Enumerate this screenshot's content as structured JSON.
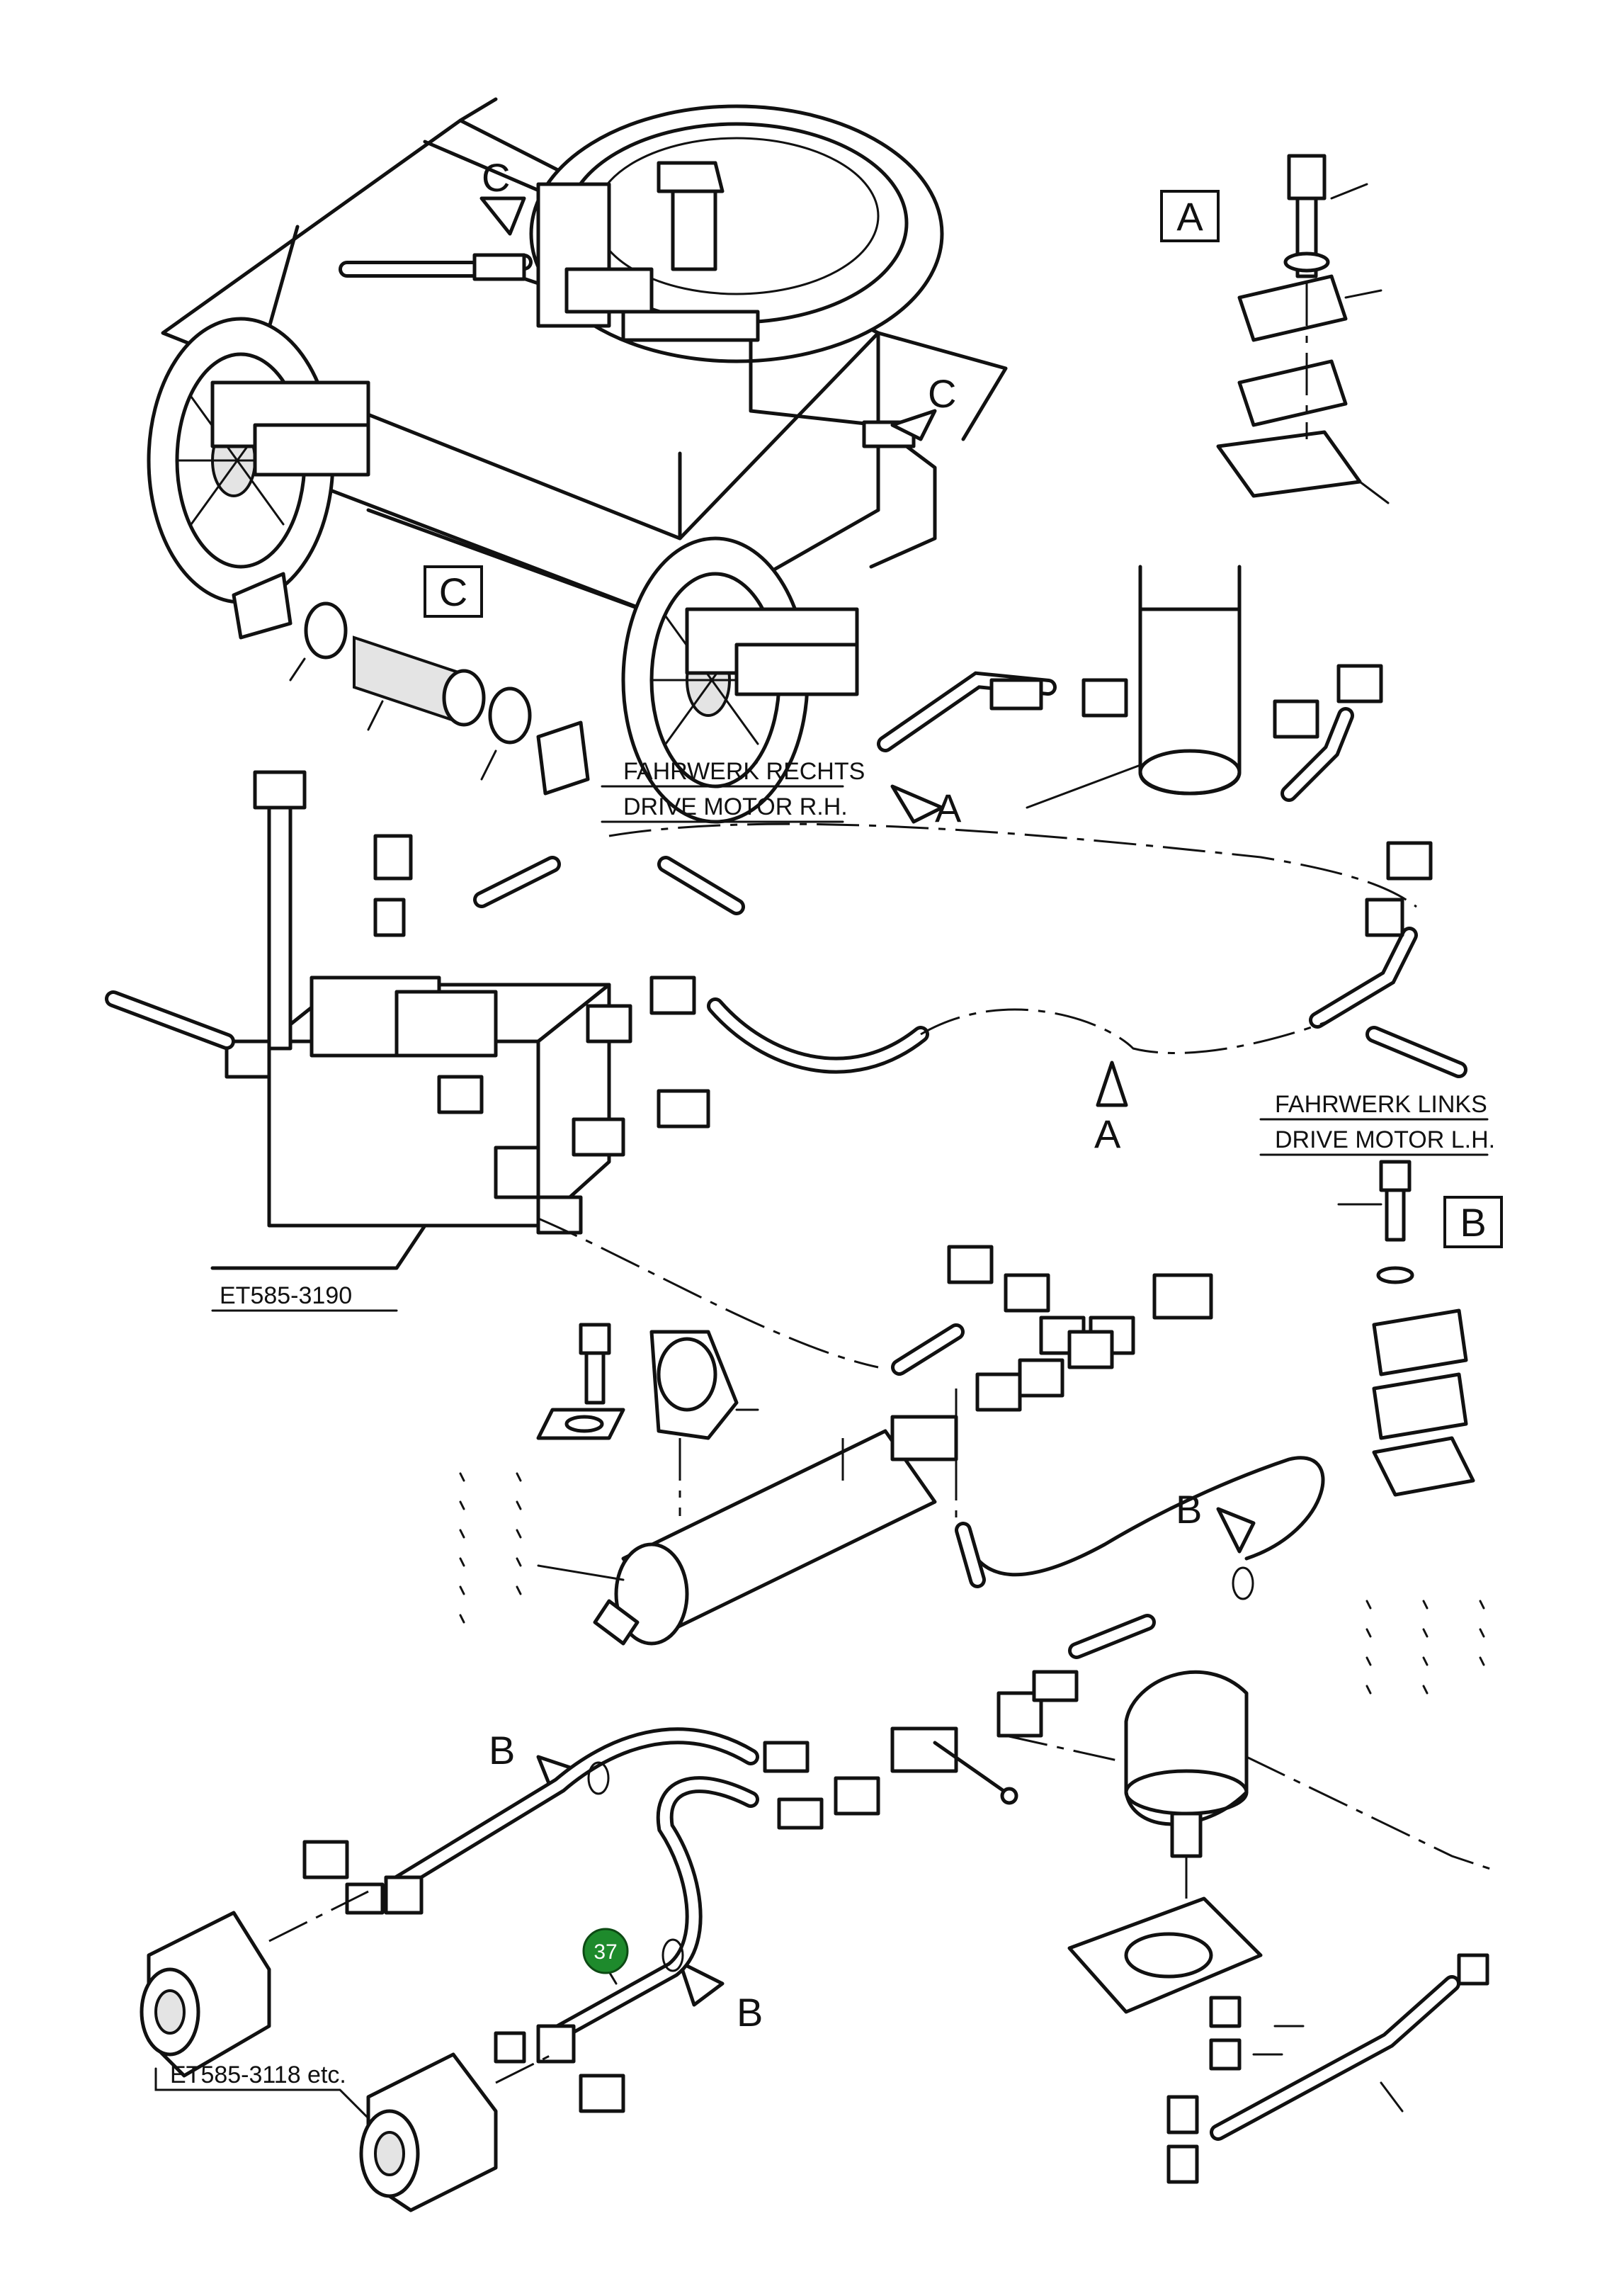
{
  "labels": {
    "drive_rh_de": "FAHRWERK RECHTS",
    "drive_rh_en": "DRIVE MOTOR R.H.",
    "drive_lh_de": "FAHRWERK LINKS",
    "drive_lh_en": "DRIVE MOTOR L.H.",
    "ref_valve_block": "ET585-3190",
    "ref_motor": "ET585-3118 etc."
  },
  "detail_boxes": {
    "a": "A",
    "b": "B",
    "c": "C"
  },
  "arrow_letters": {
    "a": "A",
    "b": "B",
    "c": "C"
  },
  "callout": {
    "number": "37",
    "color": "#1e8a2c"
  }
}
